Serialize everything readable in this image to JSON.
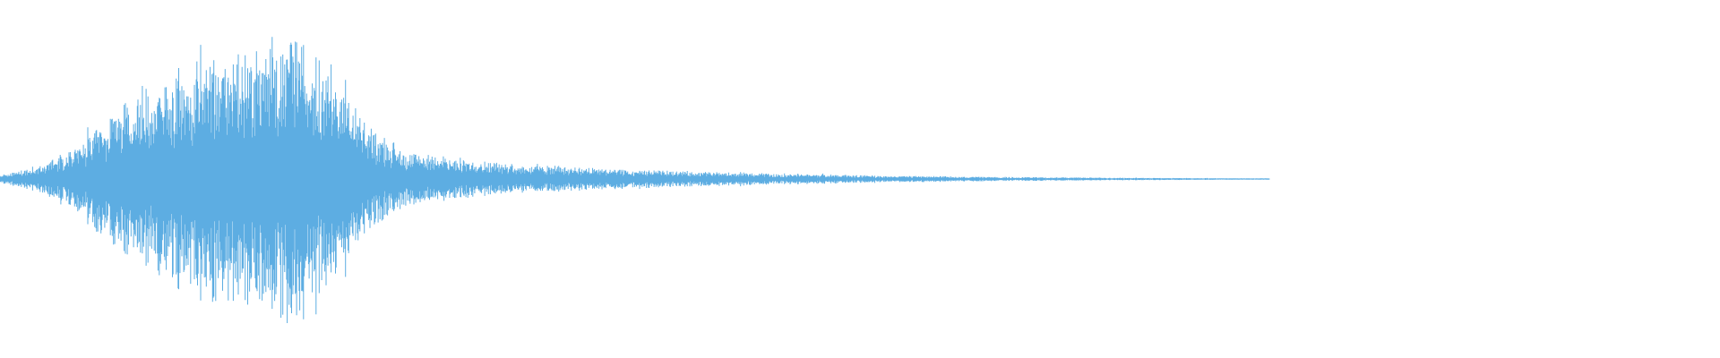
{
  "waveform": {
    "color": "#5dade2",
    "background": "#ffffff",
    "envelope": [
      {
        "t": 0.0,
        "a": 0.02
      },
      {
        "t": 0.03,
        "a": 0.08
      },
      {
        "t": 0.06,
        "a": 0.2
      },
      {
        "t": 0.09,
        "a": 0.4
      },
      {
        "t": 0.12,
        "a": 0.55
      },
      {
        "t": 0.16,
        "a": 0.72
      },
      {
        "t": 0.2,
        "a": 0.8
      },
      {
        "t": 0.235,
        "a": 0.85
      },
      {
        "t": 0.26,
        "a": 0.7
      },
      {
        "t": 0.285,
        "a": 0.35
      },
      {
        "t": 0.32,
        "a": 0.16
      },
      {
        "t": 0.4,
        "a": 0.09
      },
      {
        "t": 0.5,
        "a": 0.055
      },
      {
        "t": 0.6,
        "a": 0.035
      },
      {
        "t": 0.7,
        "a": 0.02
      },
      {
        "t": 0.8,
        "a": 0.012
      },
      {
        "t": 0.9,
        "a": 0.007
      },
      {
        "t": 1.0,
        "a": 0.004
      }
    ],
    "active_fraction": 0.738
  }
}
